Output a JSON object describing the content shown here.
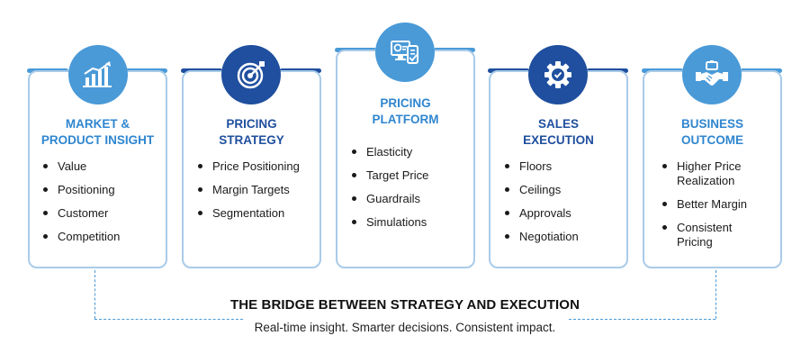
{
  "colors": {
    "light_blue": "#4a9ad8",
    "dark_blue": "#1f4f9e",
    "card_border": "#a9cbe9"
  },
  "cards": [
    {
      "icon": "chart-growth-icon",
      "title_line1": "MARKET &",
      "title_line2": "PRODUCT INSIGHT",
      "items": [
        "Value",
        "Positioning",
        "Customer",
        "Competition"
      ]
    },
    {
      "icon": "target-icon",
      "title_line1": "PRICING",
      "title_line2": "STRATEGY",
      "items": [
        "Price Positioning",
        "Margin Targets",
        "Segmentation"
      ]
    },
    {
      "icon": "pricing-platform-icon",
      "title_line1": "PRICING",
      "title_line2": "PLATFORM",
      "items": [
        "Elasticity",
        "Target Price",
        "Guardrails",
        "Simulations"
      ]
    },
    {
      "icon": "gear-check-icon",
      "title_line1": "SALES",
      "title_line2": "EXECUTION",
      "items": [
        "Floors",
        "Ceilings",
        "Approvals",
        "Negotiation"
      ]
    },
    {
      "icon": "handshake-icon",
      "title_line1": "BUSINESS",
      "title_line2": "OUTCOME",
      "items": [
        "Higher Price Realization",
        "Better Margin",
        "Consistent Pricing"
      ]
    }
  ],
  "footer": {
    "title": "THE BRIDGE BETWEEN STRATEGY AND EXECUTION",
    "subtitle": "Real-time insight. Smarter decisions. Consistent impact."
  }
}
